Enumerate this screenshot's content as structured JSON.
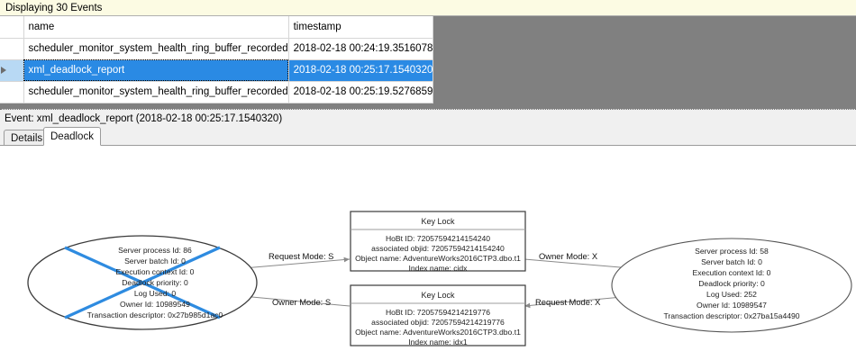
{
  "banner": {
    "text": "Displaying 30 Events"
  },
  "grid": {
    "columns": [
      "",
      "name",
      "timestamp"
    ],
    "rows": [
      {
        "selector": "",
        "name": "scheduler_monitor_system_health_ring_buffer_recorded",
        "timestamp": "2018-02-18 00:24:19.3516078",
        "selected": false
      },
      {
        "selector": "play-triangle",
        "name": "xml_deadlock_report",
        "timestamp": "2018-02-18 00:25:17.1540320",
        "selected": true
      },
      {
        "selector": "",
        "name": "scheduler_monitor_system_health_ring_buffer_recorded",
        "timestamp": "2018-02-18 00:25:19.5276859",
        "selected": false
      }
    ],
    "selection_color": "#2A8AE4",
    "banner_color": "#FCFBE3",
    "empty_area_color": "#808080"
  },
  "event_caption": {
    "text": "Event: xml_deadlock_report (2018-02-18 00:25:17.1540320)"
  },
  "tabs": [
    {
      "label": "Details",
      "active": false
    },
    {
      "label": "Deadlock",
      "active": true
    }
  ],
  "deadlock_graph": {
    "victim_marker_color": "#2E8BE0",
    "process_left": {
      "is_victim": true,
      "lines": [
        "Server process Id: 86",
        "Server batch Id: 0",
        "Execution context Id: 0",
        "Deadlock priority: 0",
        "Log Used: 0",
        "Owner Id: 10989549",
        "Transaction descriptor: 0x27b985d1ac0"
      ]
    },
    "process_right": {
      "is_victim": false,
      "lines": [
        "Server process Id: 58",
        "Server batch Id: 0",
        "Execution context Id: 0",
        "Deadlock priority: 0",
        "Log Used: 252",
        "Owner Id: 10989547",
        "Transaction descriptor: 0x27ba15a4490"
      ]
    },
    "resource_top": {
      "title": "Key Lock",
      "lines": [
        "HoBt ID: 72057594214154240",
        "associated objid: 72057594214154240",
        "Object name: AdventureWorks2016CTP3.dbo.t1",
        "Index name: cidx"
      ]
    },
    "resource_bottom": {
      "title": "Key Lock",
      "lines": [
        "HoBt ID: 72057594214219776",
        "associated objid: 72057594214219776",
        "Object name: AdventureWorks2016CTP3.dbo.t1",
        "Index name: idx1"
      ]
    },
    "edges": [
      {
        "id": "left-to-top",
        "label": "Request Mode: S"
      },
      {
        "id": "top-to-right",
        "label": "Owner Mode: X"
      },
      {
        "id": "bottom-to-left",
        "label": "Owner Mode: S"
      },
      {
        "id": "right-to-bottom",
        "label": "Request Mode: X"
      }
    ]
  }
}
